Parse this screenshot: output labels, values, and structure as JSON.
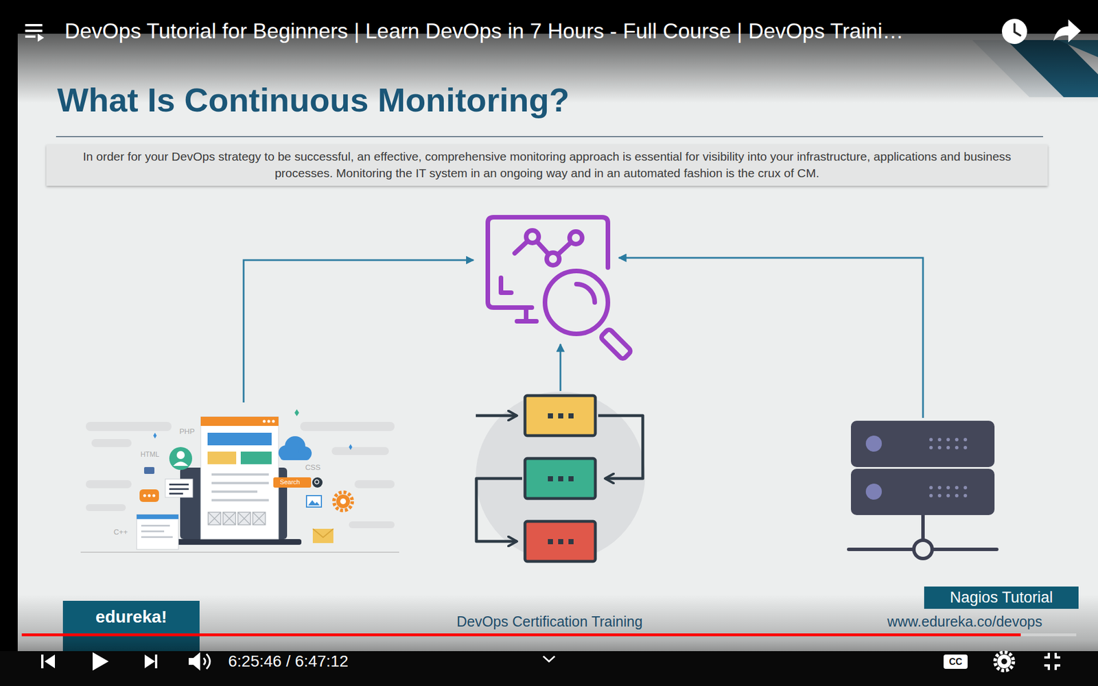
{
  "diagram": {
    "title": "What Is Continuous Monitoring?",
    "nodes": [
      {
        "text": [
          "In order for your DevOps strategy to be successful, an effective, comprehensive monitoring approach is essential for visibility into your infrastructure, applications and business processes. Monitoring the IT system in an ongoing way and in an automated fashion is the crux of CM."
        ]
      },
      {
        "text": [
          "edureka!"
        ]
      },
      {
        "text": [
          "Nagios Tutorial"
        ]
      }
    ],
    "labels": [
      "DevOps Tutorial for Beginners | Learn DevOps in 7 Hours - Full Course | DevOps Traini…",
      "PHP",
      "HTML",
      "CSS",
      "C++",
      "Search",
      "DevOps Certification Training",
      "www.edureka.co/devops",
      "6:25:46 / 6:47:12",
      "CC"
    ]
  }
}
